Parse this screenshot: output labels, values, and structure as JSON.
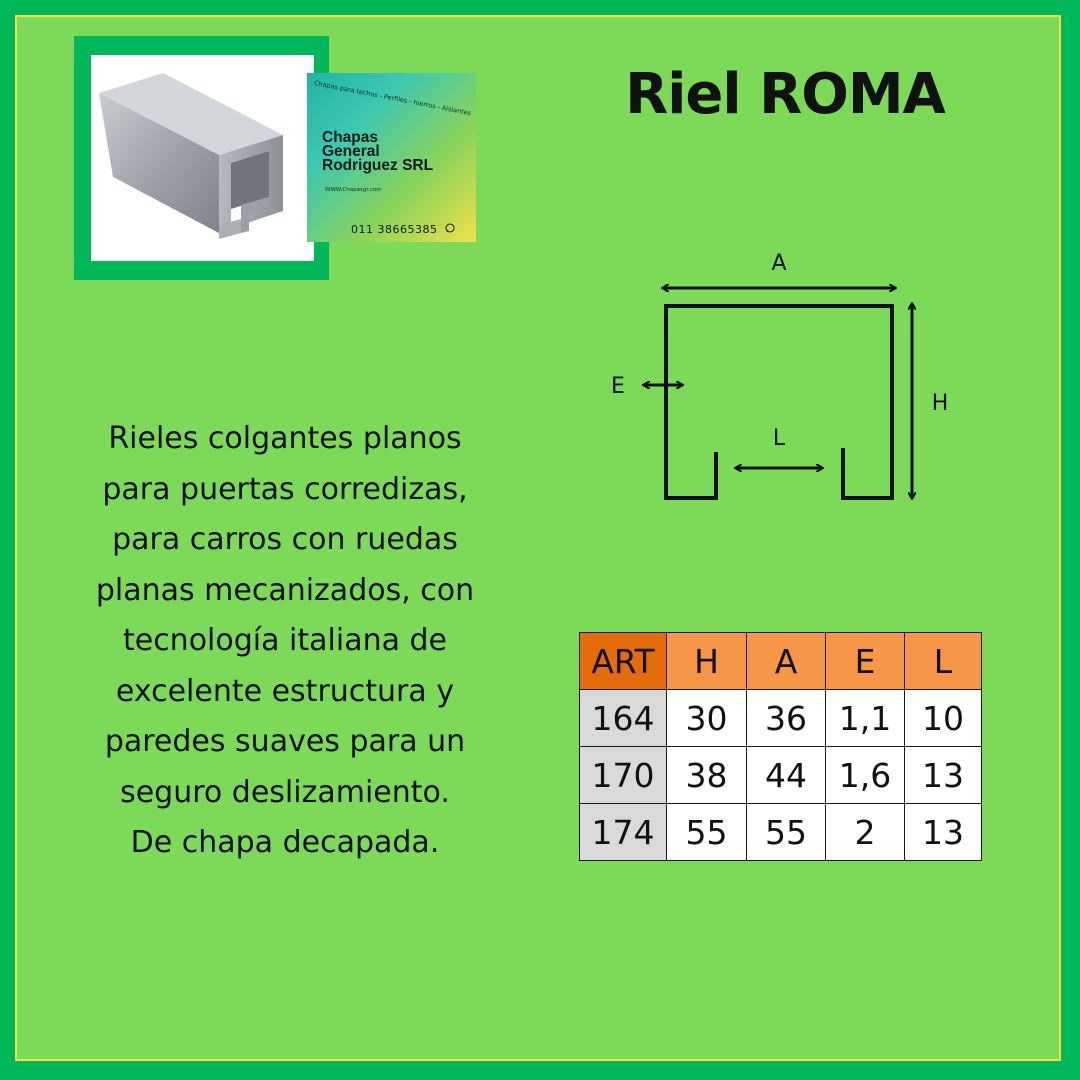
{
  "title": "Riel ROMA",
  "logo": {
    "tagline": "Chapas para techos - Perfiles - hierros - Aislantes",
    "name_lines": [
      "Chapas",
      "General",
      "Rodriguez SRL"
    ],
    "website": "WWW.Chapasgr.com",
    "phone": "011 38665385",
    "phone_icon": "whatsapp-icon"
  },
  "product_image": "galvanized steel C-channel rail",
  "diagram": {
    "labels": {
      "A": "A",
      "E": "E",
      "H": "H",
      "L": "L"
    }
  },
  "description_lines": [
    "Rieles colgantes planos",
    "para puertas corredizas,",
    "para carros con ruedas",
    "planas mecanizados, con",
    "tecnología italiana de",
    "excelente estructura y",
    "paredes suaves para un",
    "seguro deslizamiento.",
    "De chapa decapada."
  ],
  "table": {
    "headers": [
      "ART",
      "H",
      "A",
      "E",
      "L"
    ],
    "rows": [
      [
        "164",
        "30",
        "36",
        "1,1",
        "10"
      ],
      [
        "170",
        "38",
        "44",
        "1,6",
        "13"
      ],
      [
        "174",
        "55",
        "55",
        "2",
        "13"
      ]
    ]
  },
  "colors": {
    "outer_border": "#00b85a",
    "background": "#7dda58",
    "inner_border": "#f4e04d",
    "header": "#f79646",
    "header_art": "#e46c0a",
    "art_cell": "#d9d9d9"
  }
}
